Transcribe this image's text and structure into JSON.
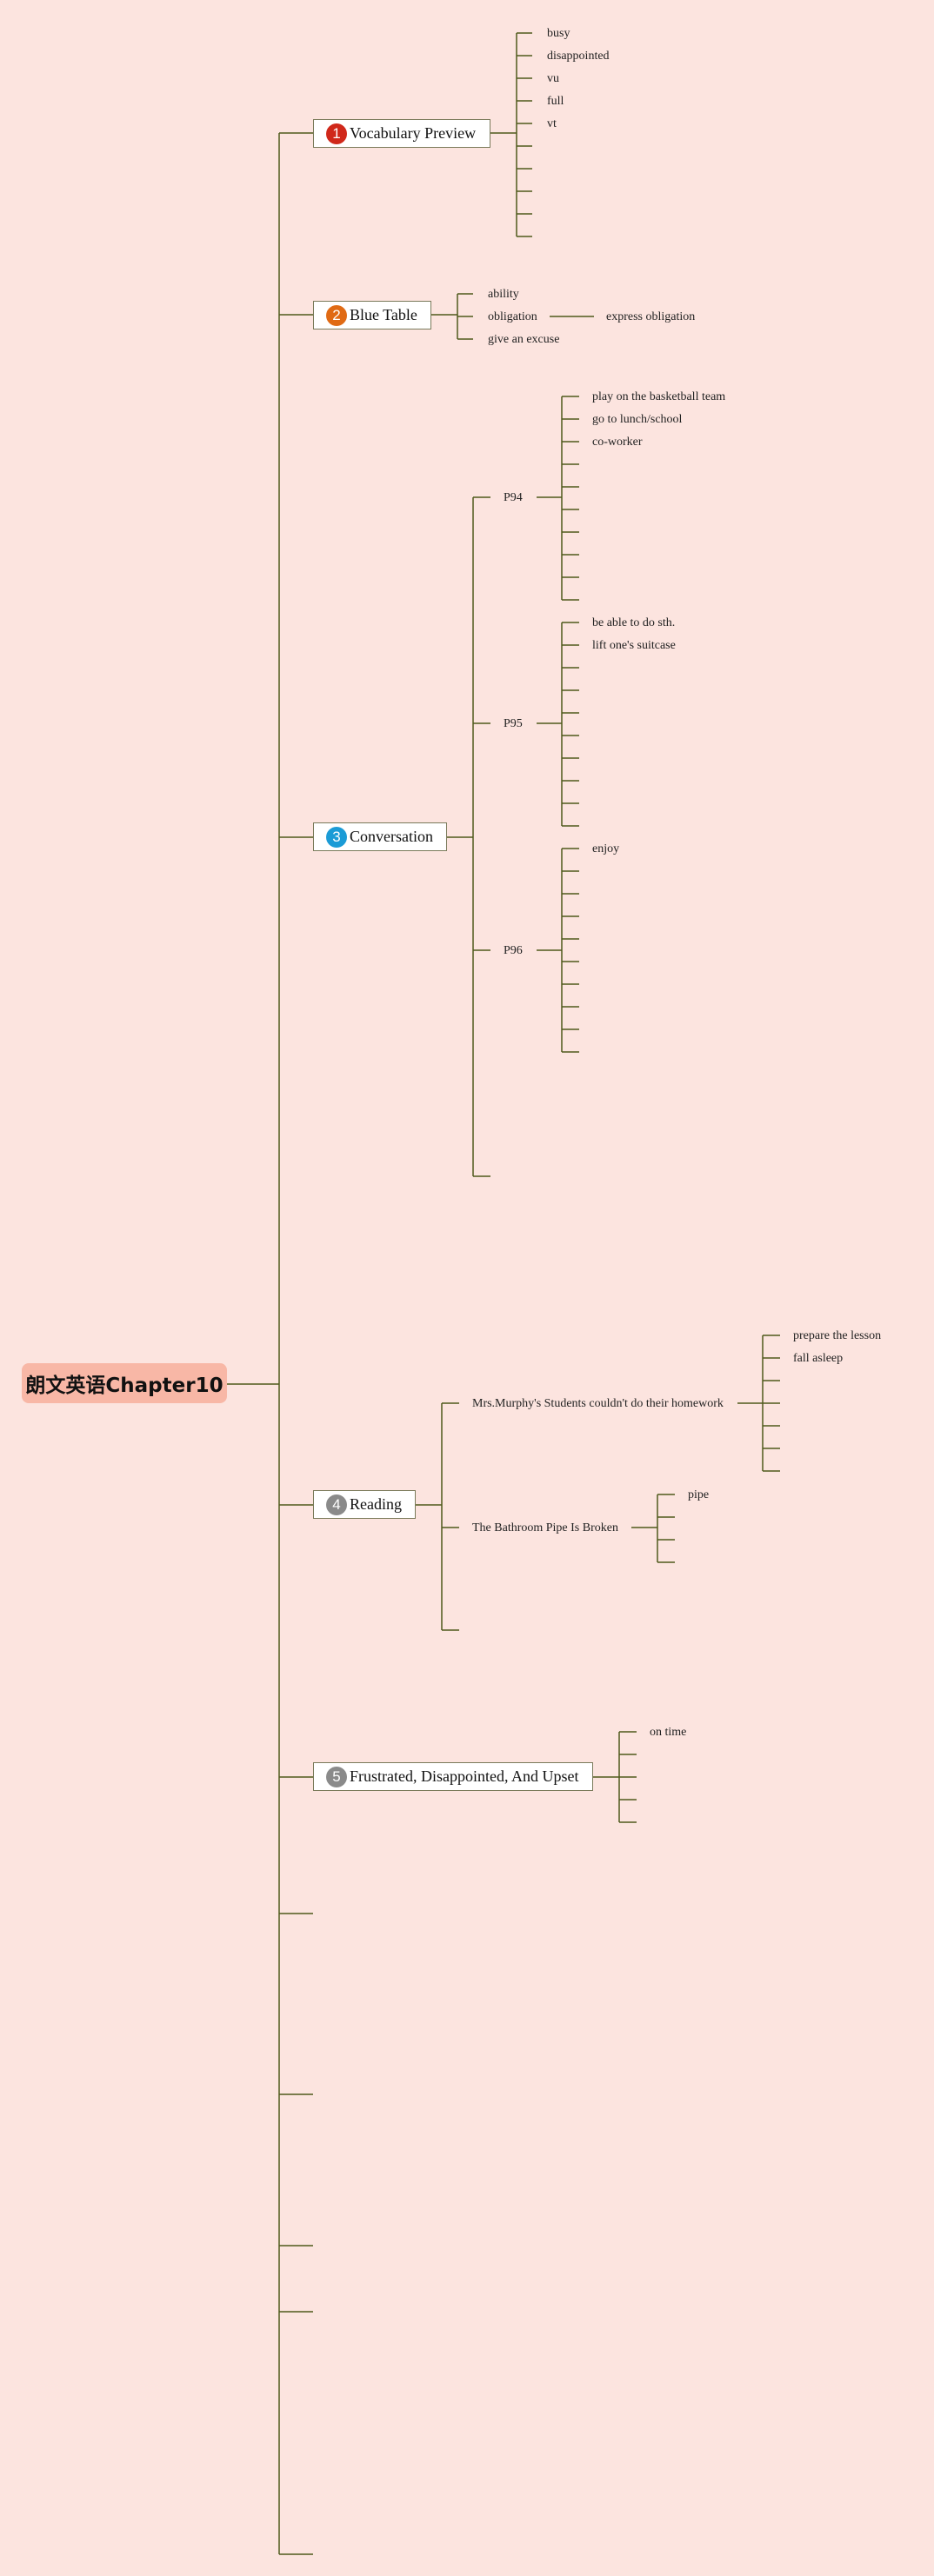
{
  "root": {
    "title": "朗文英语Chapter10"
  },
  "colors": {
    "line": "#4f5a1c",
    "background": "#fce4df",
    "root_fill": "#f8b7a6"
  },
  "topics": [
    {
      "number": "1",
      "label": "Vocabulary Preview",
      "badge_color": "#d0281a",
      "items": [
        "busy",
        "disappointed",
        "vu",
        "full",
        "vt"
      ]
    },
    {
      "number": "2",
      "label": "Blue Table",
      "badge_color": "#e06a14",
      "items": [
        "ability",
        "obligation",
        "give an excuse"
      ],
      "obligation_child": "express obligation"
    },
    {
      "number": "3",
      "label": "Conversation",
      "badge_color": "#1b9bd6",
      "pages": [
        {
          "label": "P94",
          "items": [
            "play on the basketball team",
            "go to lunch/school",
            "co-worker"
          ]
        },
        {
          "label": "P95",
          "items": [
            "be able to do sth.",
            "lift one's suitcase"
          ]
        },
        {
          "label": "P96",
          "items": [
            "enjoy"
          ]
        }
      ]
    },
    {
      "number": "4",
      "label": "Reading",
      "badge_color": "#8a8a8a",
      "stories": [
        {
          "label": "Mrs.Murphy's Students couldn't do their homework",
          "items": [
            "prepare the lesson",
            "fall asleep"
          ]
        },
        {
          "label": "The Bathroom Pipe Is Broken",
          "items": [
            "pipe"
          ]
        }
      ]
    },
    {
      "number": "5",
      "label": "Frustrated, Disappointed, And Upset",
      "badge_color": "#8a8a8a",
      "items": [
        "on time"
      ]
    }
  ]
}
